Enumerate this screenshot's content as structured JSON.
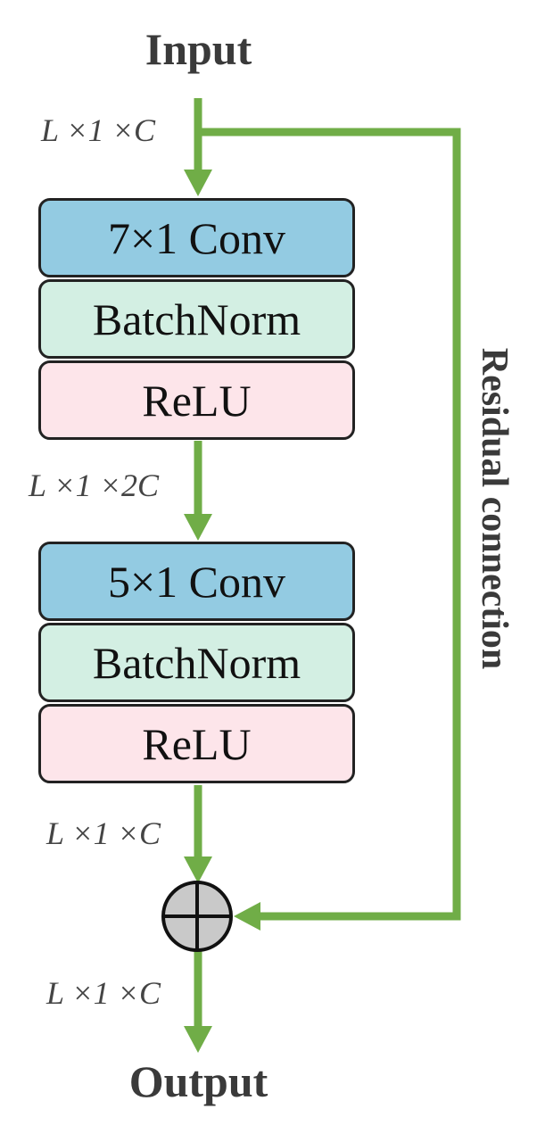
{
  "input_label": "Input",
  "output_label": "Output",
  "dims": {
    "input": "L ×1 ×C",
    "mid": "L ×1 ×2C",
    "after_block2": "L ×1 ×C",
    "output": "L ×1 ×C"
  },
  "block1": {
    "conv": "7×1 Conv",
    "norm": "BatchNorm",
    "act": "ReLU"
  },
  "block2": {
    "conv": "5×1 Conv",
    "norm": "BatchNorm",
    "act": "ReLU"
  },
  "residual_label": "Residual connection",
  "colors": {
    "arrow": "#70ad47",
    "conv": "#93cbe2",
    "norm": "#d3efe3",
    "relu": "#fde5ea",
    "adder": "#c9c9c9"
  }
}
